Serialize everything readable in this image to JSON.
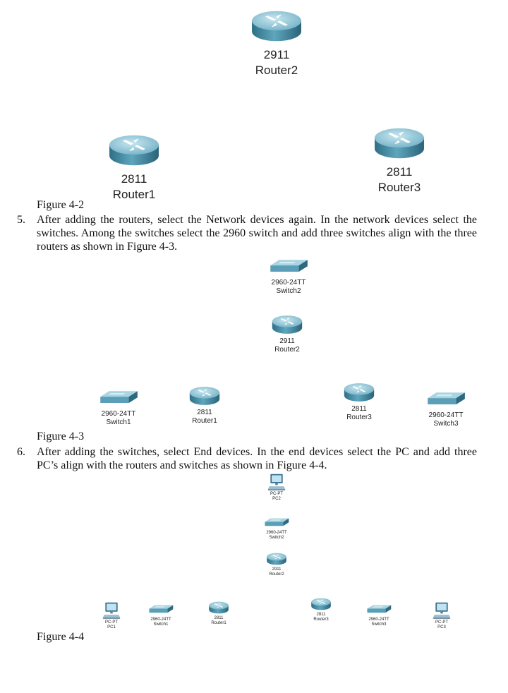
{
  "fig42": {
    "caption": "Figure 4-2",
    "router2": {
      "model": "2911",
      "name": "Router2"
    },
    "router1": {
      "model": "2811",
      "name": "Router1"
    },
    "router3": {
      "model": "2811",
      "name": "Router3"
    }
  },
  "step5": {
    "number": "5.",
    "text": "After adding the routers, select the Network devices again. In the network devices select the switches. Among the switches select the 2960 switch and add three switches align with the three routers as shown in Figure 4-3."
  },
  "fig43": {
    "caption": "Figure 4-3",
    "switch2": {
      "model": "2960-24TT",
      "name": "Switch2"
    },
    "router2": {
      "model": "2911",
      "name": "Router2"
    },
    "switch1": {
      "model": "2960-24TT",
      "name": "Switch1"
    },
    "router1": {
      "model": "2811",
      "name": "Router1"
    },
    "router3": {
      "model": "2811",
      "name": "Router3"
    },
    "switch3": {
      "model": "2960-24TT",
      "name": "Switch3"
    }
  },
  "step6": {
    "number": "6.",
    "text": "After adding the switches, select End devices. In the end devices select the PC and add three PC’s align with the routers and switches as shown in Figure 4-4."
  },
  "fig44": {
    "caption": "Figure 4-4",
    "pc2": {
      "model": "PC-PT",
      "name": "PC2"
    },
    "switch2": {
      "model": "2960-24TT",
      "name": "Switch2"
    },
    "router2": {
      "model": "2911",
      "name": "Router2"
    },
    "pc1": {
      "model": "PC-PT",
      "name": "PC1"
    },
    "switch1": {
      "model": "2960-24TT",
      "name": "Switch1"
    },
    "router1": {
      "model": "2811",
      "name": "Router1"
    },
    "router3": {
      "model": "2811",
      "name": "Router3"
    },
    "switch3": {
      "model": "2960-24TT",
      "name": "Switch3"
    },
    "pc3": {
      "model": "PC-PT",
      "name": "PC3"
    }
  }
}
